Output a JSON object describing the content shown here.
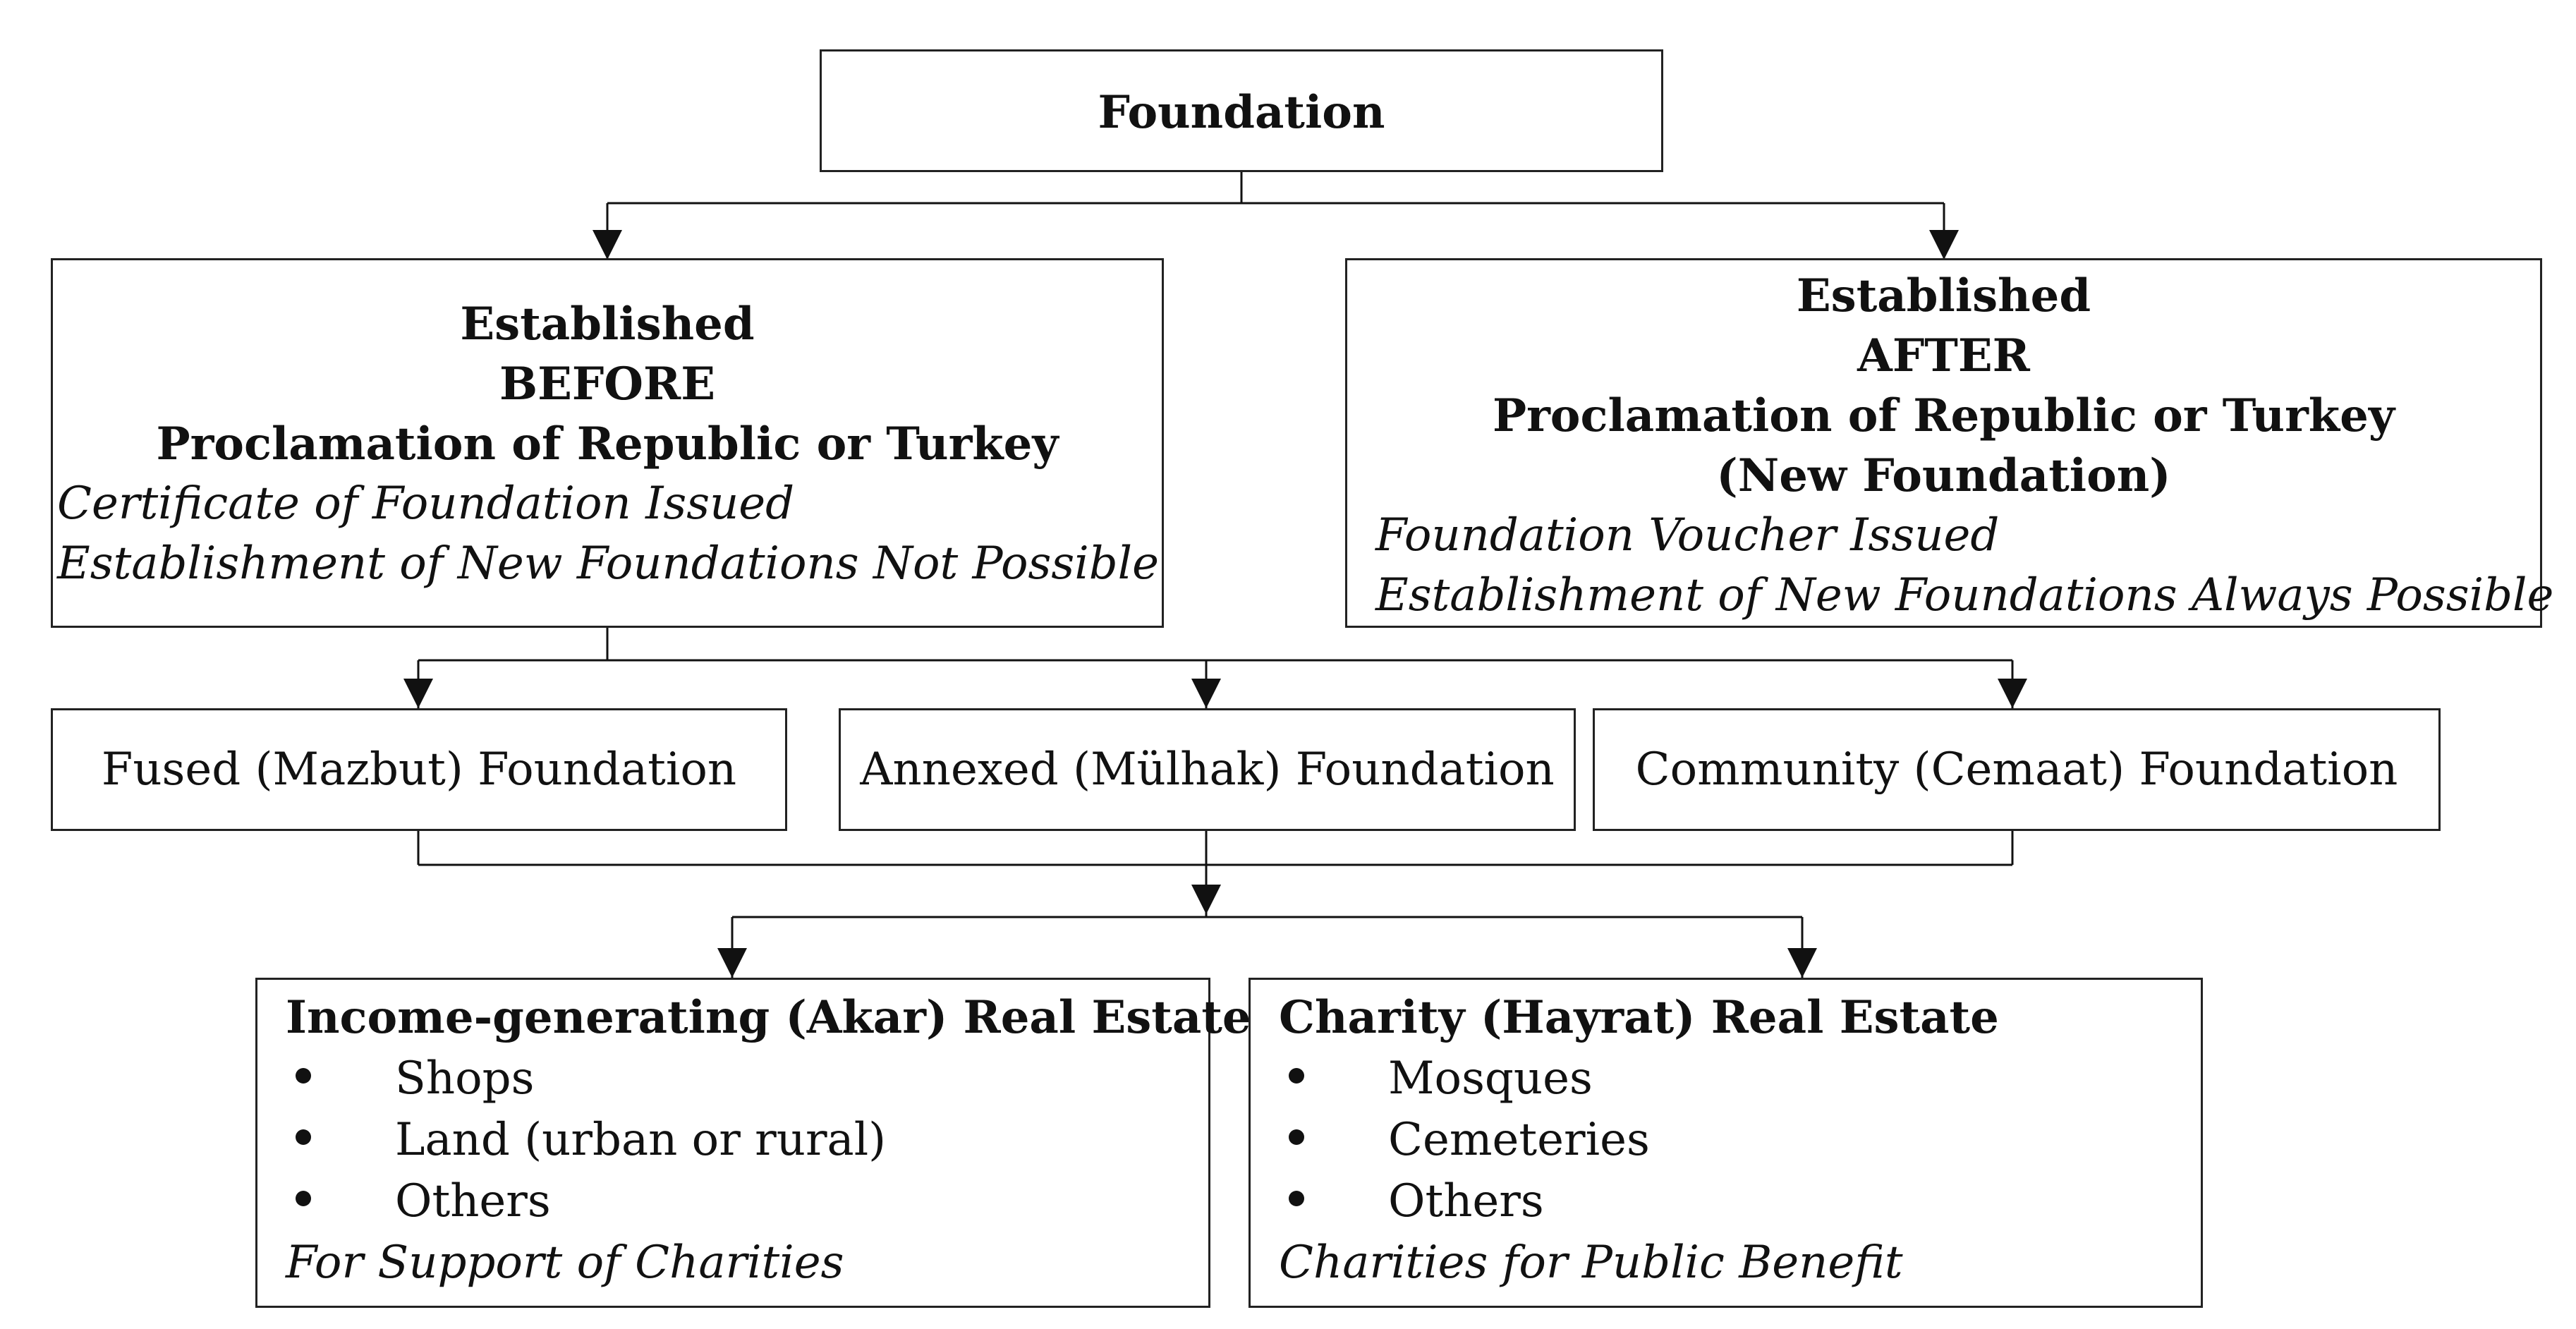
{
  "root": {
    "title": "Foundation"
  },
  "before": {
    "line1": "Established",
    "line2": "BEFORE",
    "line3": "Proclamation of Republic or Turkey",
    "note1": "Certificate of Foundation Issued",
    "note2": "Establishment of New Foundations Not Possible"
  },
  "after": {
    "line1": "Established",
    "line2": "AFTER",
    "line3": "Proclamation of Republic or Turkey",
    "line4": "(New Foundation)",
    "note1": "Foundation Voucher Issued",
    "note2": "Establishment of New Foundations Always Possible"
  },
  "types": [
    {
      "label": "Fused (Mazbut) Foundation"
    },
    {
      "label": "Annexed (Mülhak) Foundation"
    },
    {
      "label": "Community (Cemaat) Foundation"
    }
  ],
  "income": {
    "title": "Income-generating (Akar) Real Estate",
    "items": [
      "Shops",
      "Land (urban or rural)",
      "Others"
    ],
    "footer": "For Support of Charities"
  },
  "charity": {
    "title": "Charity (Hayrat) Real Estate",
    "items": [
      "Mosques",
      "Cemeteries",
      "Others"
    ],
    "footer": "Charities for Public Benefit"
  }
}
